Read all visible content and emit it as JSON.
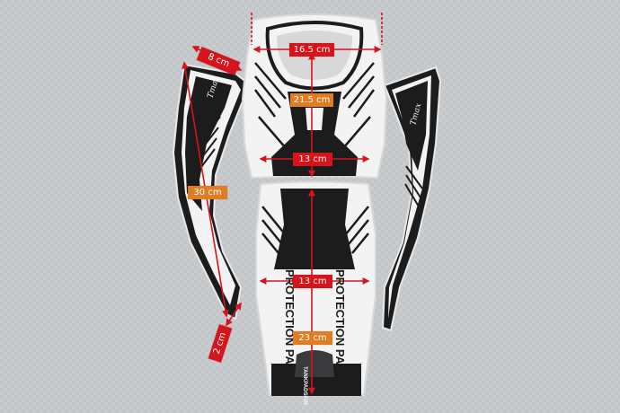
{
  "colors": {
    "background": "#c9ccce",
    "pad_black": "#1c1c1d",
    "pad_white": "#f3f3f3",
    "label_red": "#d6141b",
    "label_orange": "#e07c22",
    "dimension_line": "#d6141b"
  },
  "measurements": {
    "top_width": "16.5 cm",
    "upper_height": "21.5 cm",
    "mid_width": "13 cm",
    "lower_width": "13 cm",
    "lower_height": "23 cm",
    "side_top": "8 cm",
    "side_length": "30 cm",
    "side_bottom": "2 cm"
  },
  "pad_text": {
    "protection_pad_left": "PROTECTION PAD",
    "protection_pad_right": "PROTECTION PAD",
    "brand_bottom": "TANKPADSKIN"
  }
}
